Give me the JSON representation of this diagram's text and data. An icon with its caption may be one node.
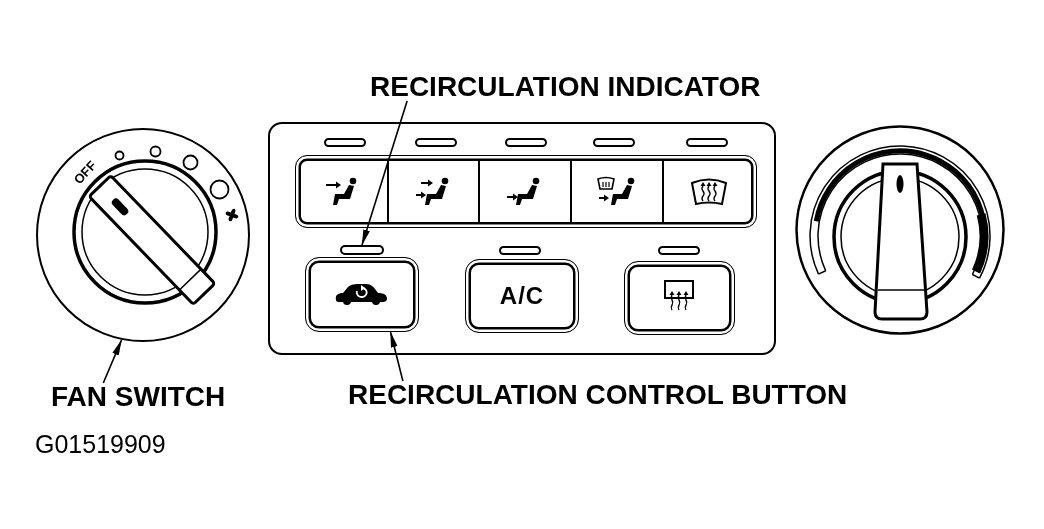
{
  "diagram": {
    "nodes": [
      {
        "text": [
          "RECIRCULATION INDICATOR"
        ]
      },
      {
        "text": [
          "OFF"
        ]
      },
      {
        "text": [],
        "shape": "box"
      },
      {
        "text": [],
        "shape": "bar",
        "in": 2
      },
      {
        "text": [],
        "shape": "box",
        "in": 2
      },
      {
        "text": [
          "A/C"
        ],
        "in": 2
      },
      {
        "text": [],
        "shape": "box",
        "in": 2
      },
      {
        "text": [
          "FAN SWITCH"
        ]
      },
      {
        "text": [
          "RECIRCULATION CONTROL BUTTON"
        ]
      }
    ],
    "edges": [
      {
        "from": 0,
        "to": 3,
        "arrow": "to"
      },
      {
        "from": 7,
        "to": 1,
        "arrow": "to"
      },
      {
        "from": 8,
        "to": 4,
        "arrow": "to"
      }
    ],
    "labels": [
      "G01519909"
    ]
  }
}
